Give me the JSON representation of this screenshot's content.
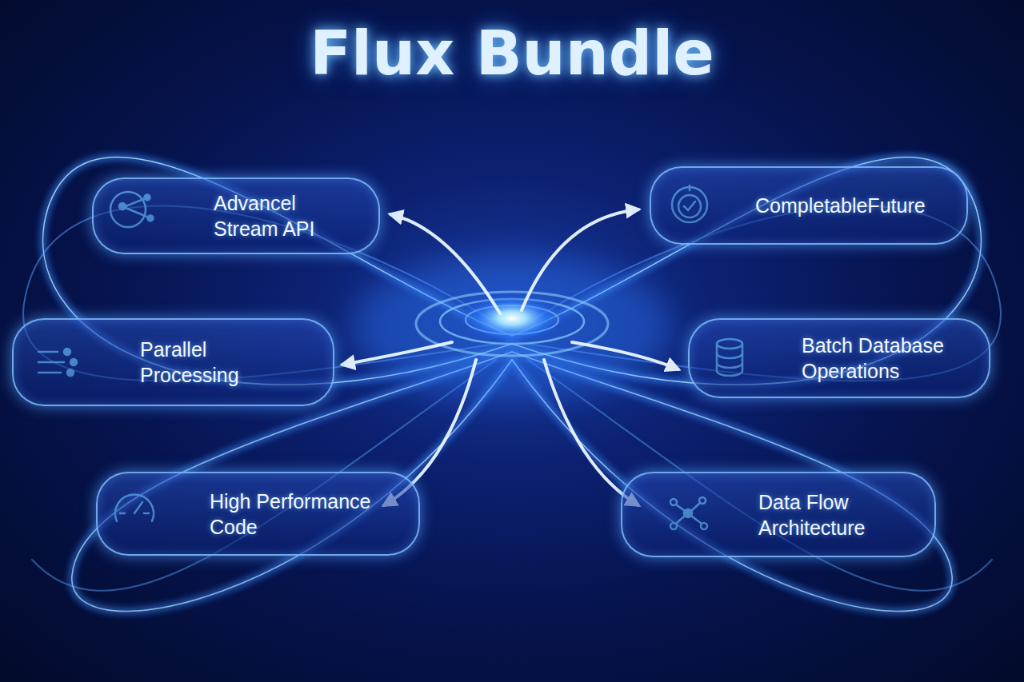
{
  "diagram": {
    "title": "Flux Bundle",
    "nodes": [
      {
        "text": [
          "Advancel Stream API"
        ]
      },
      {
        "text": [
          "CompletableFuture"
        ]
      },
      {
        "text": [
          "Parallel Processing"
        ]
      },
      {
        "text": [
          "Batch Database Operations"
        ]
      },
      {
        "text": [
          "High Performance Code"
        ]
      },
      {
        "text": [
          "Data Flow Architecture"
        ]
      }
    ]
  }
}
